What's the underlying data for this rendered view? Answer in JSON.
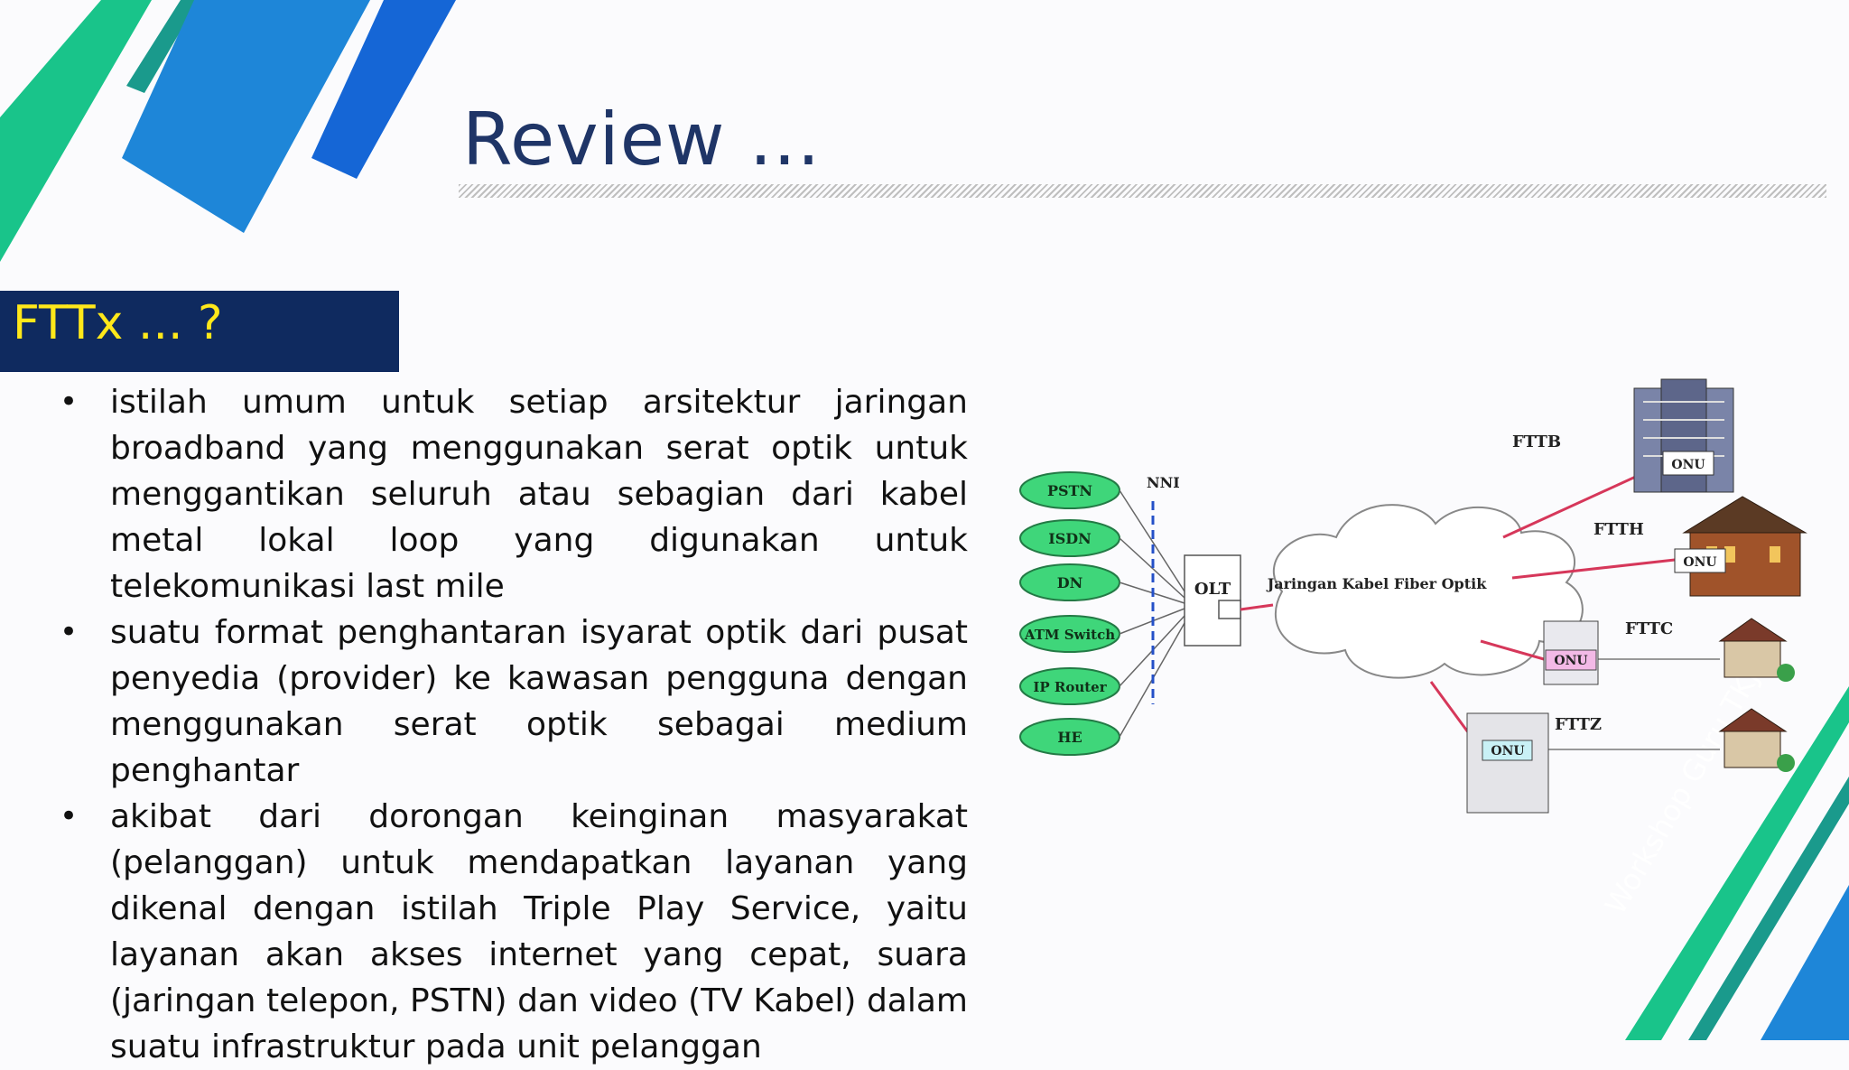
{
  "slide": {
    "title": "Review ...",
    "section_label": "FTTx ... ?",
    "bullets": [
      "istilah umum untuk setiap arsitektur jaringan broadband yang menggunakan serat optik untuk menggantikan seluruh atau sebagian dari kabel metal lokal loop yang digunakan untuk telekomunikasi last mile",
      "suatu format penghantaran isyarat optik dari pusat penyedia (provider) ke kawasan pengguna dengan menggunakan serat optik sebagai medium penghantar",
      "akibat dari dorongan keinginan masyarakat (pelanggan) untuk mendapatkan layanan yang dikenal dengan istilah Triple Play Service, yaitu layanan akan akses internet yang cepat, suara (jaringan telepon, PSTN) dan video (TV Kabel) dalam suatu infrastruktur pada unit pelanggan"
    ],
    "bullet_glyph": "•",
    "watermark": "Workshop Guru TKJ"
  },
  "diagram": {
    "services": [
      "PSTN",
      "ISDN",
      "DN",
      "ATM Switch",
      "IP Router",
      "HE"
    ],
    "nni_label": "NNI",
    "olt_label": "OLT",
    "cloud_label": "Jaringan Kabel Fiber Optik",
    "branches": [
      "FTTB",
      "FTTH",
      "FTTC",
      "FTTZ"
    ],
    "onu_label": "ONU"
  },
  "colors": {
    "title": "#1f3567",
    "section_bg": "#0f2a5f",
    "section_text": "#ffe81a",
    "service_fill": "#3fd67a",
    "fiber_line": "#d6375a",
    "green_stripe": "#19c48a",
    "teal_stripe": "#1a9a8c",
    "blue_stripe": "#1566d6",
    "mid_blue": "#1e86d8"
  }
}
